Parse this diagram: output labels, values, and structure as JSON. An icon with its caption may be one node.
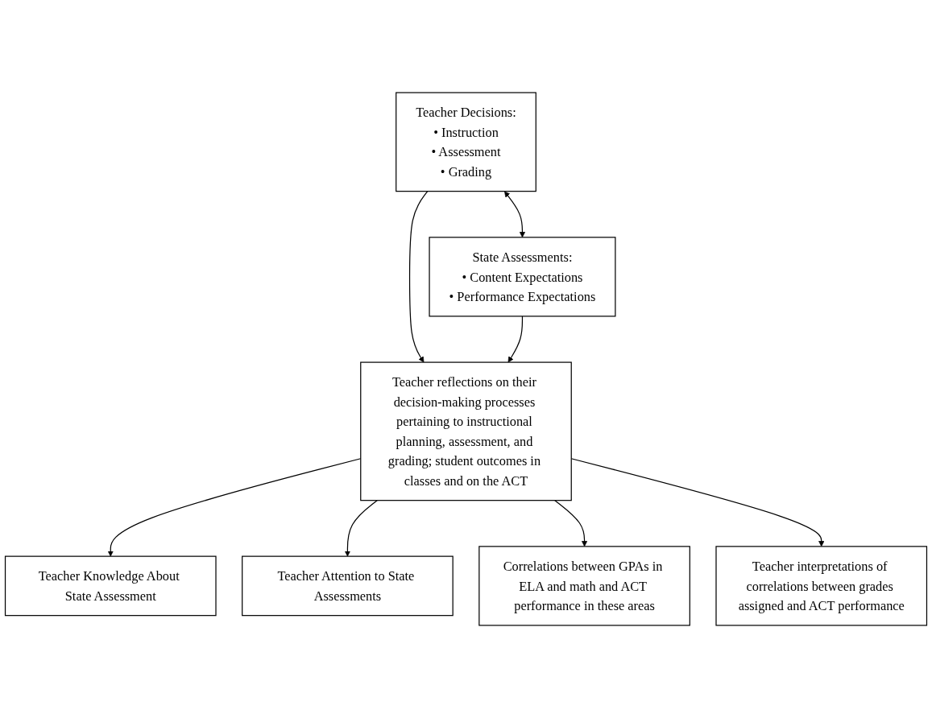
{
  "diagram": {
    "nodes": [
      {
        "text": [
          "Teacher Decisions:",
          "• Instruction",
          "• Assessment",
          "• Grading"
        ]
      },
      {
        "text": [
          "State Assessments:",
          "• Content Expectations",
          "• Performance Expectations"
        ]
      },
      {
        "text": [
          "Teacher reflections on their decision-making processes pertaining to instructional planning, assessment, and grading; student outcomes in classes and on the ACT"
        ]
      },
      {
        "text": [
          "Teacher Knowledge About State Assessment"
        ]
      },
      {
        "text": [
          "Teacher Attention to State Assessments"
        ]
      },
      {
        "text": [
          "Correlations between GPAs in ELA and math and ACT performance in these areas"
        ]
      },
      {
        "text": [
          "Teacher interpretations of correlations between grades assigned and ACT performance"
        ]
      }
    ],
    "edges": [
      {
        "from": 0,
        "to": 1,
        "arrow": "both"
      },
      {
        "from": 0,
        "to": 2,
        "arrow": "to"
      },
      {
        "from": 1,
        "to": 2,
        "arrow": "to"
      },
      {
        "from": 2,
        "to": 3,
        "arrow": "to"
      },
      {
        "from": 2,
        "to": 4,
        "arrow": "to"
      },
      {
        "from": 2,
        "to": 5,
        "arrow": "to"
      },
      {
        "from": 2,
        "to": 6,
        "arrow": "to"
      }
    ]
  }
}
